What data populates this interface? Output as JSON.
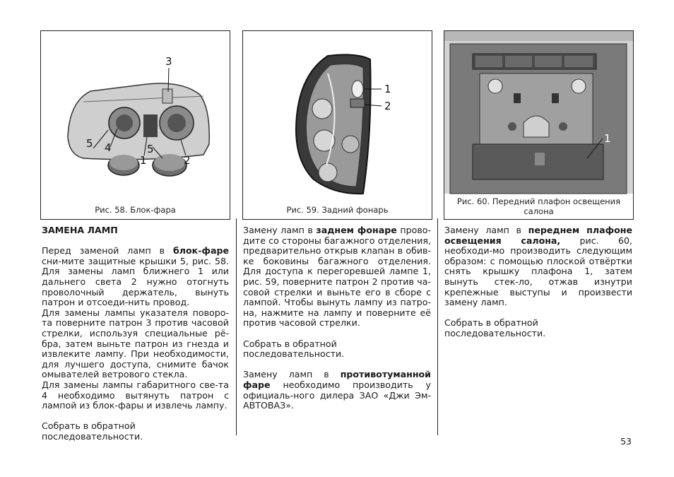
{
  "figures": {
    "fig58": {
      "caption": "Рис. 58. Блок-фара",
      "labels": [
        "3",
        "5",
        "4",
        "1",
        "5",
        "2"
      ]
    },
    "fig59": {
      "caption": "Рис. 59. Задний фонарь",
      "labels": [
        "1",
        "2"
      ]
    },
    "fig60": {
      "caption_line1": "Рис. 60. Передний плафон освещения",
      "caption_line2": "салона",
      "labels": [
        "1"
      ]
    }
  },
  "col1": {
    "heading": "ЗАМЕНА ЛАМП",
    "p1_pre": "Перед заменой ламп в ",
    "p1_bold": "блок-фаре",
    "p1_post": " сни-мите защитные крышки 5, рис. 58. Для замены ламп ближнего 1 или дальнего света 2 нужно отогнуть проволочный держатель, вынуть патрон и отсоеди-нить провод.",
    "p2": "Для замены лампы указателя поворо-та поверните патрон 3 против часовой стрелки, используя специальные рё-бра, затем выньте патрон из гнезда и извлеките лампу. При необходимости, для лучшего доступа, снимите бачок омывателей ветрового стекла.",
    "p3": "Для замены лампы габаритного све-та 4 необходимо вытянуть патрон с лампой из блок-фары и извлечь лампу.",
    "p4": "Собрать в обратной последовательности."
  },
  "col2": {
    "p1_pre": "Замену ламп в ",
    "p1_bold": "заднем фонаре",
    "p1_post": " прово-дите со стороны багажного отделения, предварительно открыв клапан в обив-ке боковины багажного отделения. Для доступа к перегоревшей лампе 1, рис. 59, поверните патрон 2 против ча-совой стрелки и выньте его в сборе с лампой. Чтобы вынуть лампу из патро-на, нажмите на лампу и поверните её против часовой стрелки.",
    "p2": "Собрать в обратной последовательности.",
    "p3_pre": "Замену ламп в ",
    "p3_bold": "противотуманной фаре",
    "p3_post": " необходимо производить у официаль-ного дилера ЗАО «Джи Эм-АВТОВАЗ»."
  },
  "col3": {
    "p1_pre": "Замену ламп в ",
    "p1_bold": "переднем плафоне освещения салона,",
    "p1_post": " рис. 60, необходи-мо производить следующим образом: с помощью плоской отвёртки снять крышку плафона 1, затем вынуть стек-ло, отжав изнутри крепежные выступы и произвести замену ламп.",
    "p2": "Собрать в обратной последовательности."
  },
  "page_number": "53"
}
